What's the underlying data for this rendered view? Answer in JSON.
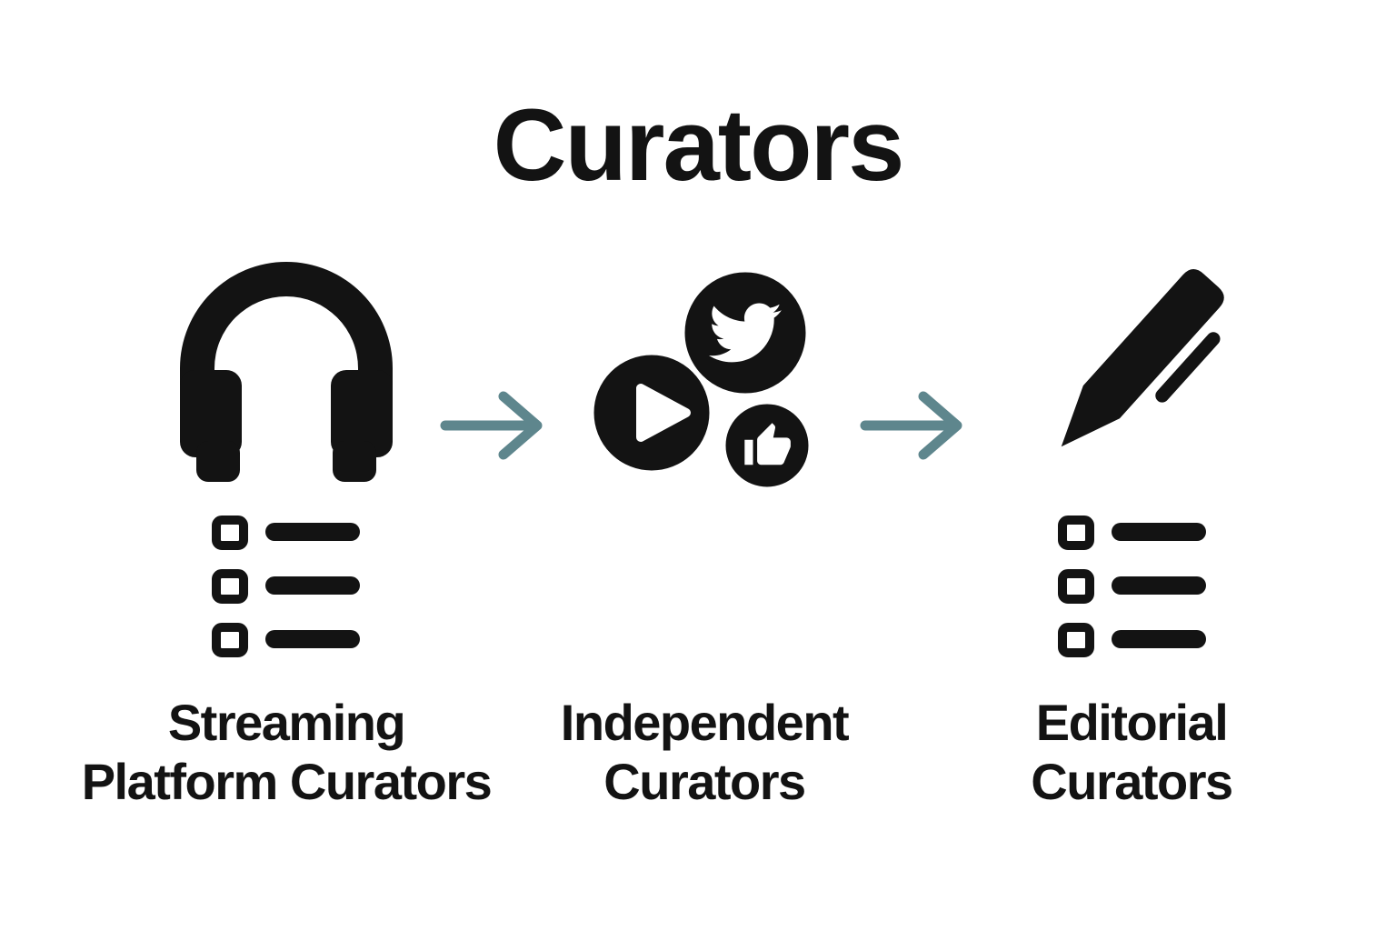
{
  "title": "Curators",
  "colors": {
    "background": "#ffffff",
    "ink": "#131313",
    "arrow": "#5e868d"
  },
  "groups": [
    {
      "icon": "headphones-icon",
      "has_checklist": true,
      "label_line1": "Streaming",
      "label_line2": "Platform Curators"
    },
    {
      "icon": "social-media-icons",
      "icon_parts": [
        "play-icon",
        "twitter-icon",
        "thumbs-up-icon"
      ],
      "has_checklist": false,
      "label_line1": "Independent",
      "label_line2": "Curators"
    },
    {
      "icon": "pen-icon",
      "has_checklist": true,
      "label_line1": "Editorial",
      "label_line2": "Curators"
    }
  ],
  "arrows": [
    "arrow-left-to-middle",
    "arrow-middle-to-right"
  ]
}
